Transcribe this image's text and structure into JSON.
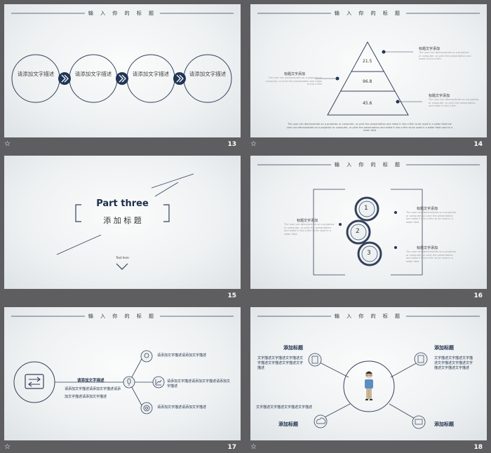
{
  "header_title": "输 入 你 的 标 题",
  "footer_star": "☆",
  "slides": {
    "s13": {
      "number": "13",
      "circles": [
        "请添加文字描述",
        "请添加文字描述",
        "请添加文字描述",
        "请添加文字描述"
      ]
    },
    "s14": {
      "number": "14",
      "pyramid_values": [
        "21.5",
        "96.8",
        "45.6"
      ],
      "labels": [
        "标题文字添加",
        "标题文字添加",
        "标题文字添加"
      ],
      "tiny_text": "The user can demonstrate on a projector or computer, or print the presentation and make it into a film",
      "bottom_text": "The user can demonstrate on a projector or computer, or print the presentation and make it into a film to be used in a wider field the user can demonstrate on a projector or computer, or print the presentation and make it into a film to be used in a wider field used in a wider field"
    },
    "s15": {
      "number": "15",
      "title": "Part three",
      "subtitle": "添 加 标 题",
      "small_tag": "Text here"
    },
    "s16": {
      "number": "16",
      "labels": [
        "标题文字添加",
        "标题文字添加",
        "标题文字添加"
      ],
      "steps": [
        "1",
        "2",
        "3"
      ],
      "tiny_text": "The user can demonstrate on a projector or computer, or print the presentation and make it into a film to be used in a wider field."
    },
    "s17": {
      "number": "17",
      "center_title": "请添加文字描述",
      "center_desc": "请添加文字描述请添加文字描述请添加文字描述请添加文字描述",
      "branches": [
        "请添加文字描述请添加文字描述",
        "请添加文字描述请添加文字描述请添加文字描述",
        "请添加文字描述请添加文字描述"
      ]
    },
    "s18": {
      "number": "18",
      "corner_titles": [
        "添加标题",
        "添加标题",
        "添加标题",
        "添加标题"
      ],
      "body_text": "文字描述文字描述文字描述文字描述文字描述文字描述文字描述",
      "body_text_right": "文字描述文字描述文字描述文字描述文字描述文字描述文字描述文字描述",
      "bottom_left_text": "文字描述文字描述文字描述文字描述"
    }
  }
}
